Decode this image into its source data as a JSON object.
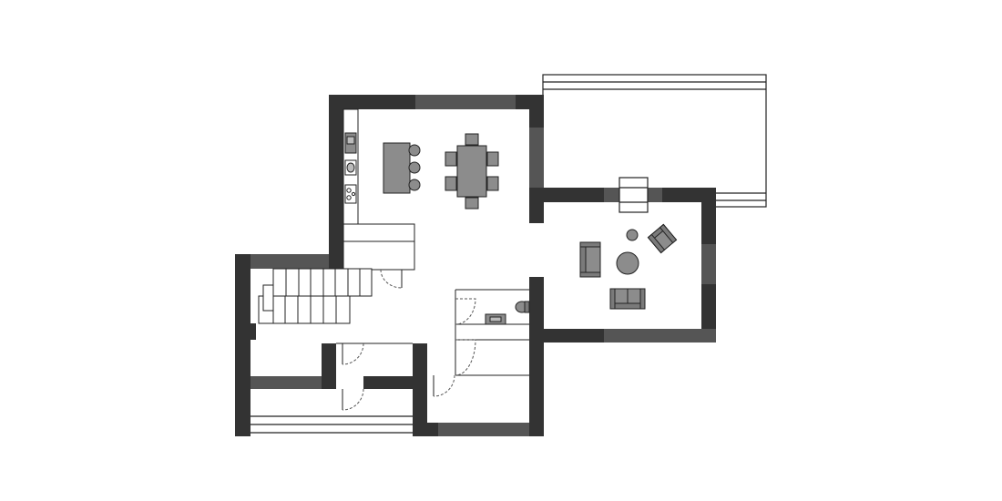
{
  "floor_plan": {
    "colors": {
      "background": "#ffffff",
      "wall": "#333333",
      "wall_light": "#555555",
      "furniture": "#8c8c8c",
      "furniture_dark": "#7a7a7a",
      "line": "#222222",
      "door_swing": "#555555"
    },
    "rooms": [
      "kitchen-dining",
      "living-room",
      "stair-hall",
      "entrance-hall",
      "wc",
      "utility-room",
      "storage-room",
      "terrace",
      "front-porch"
    ],
    "furniture": [
      "kitchen-counter",
      "sink",
      "cooktop",
      "kitchen-island",
      "bar-stool",
      "dining-table",
      "dining-chair",
      "sofa",
      "armchair",
      "coffee-table",
      "side-table",
      "toilet",
      "washbasin",
      "staircase"
    ],
    "counts": {
      "bar_stools": 3,
      "dining_chairs": 6,
      "stair_treads": 12,
      "doors": 6
    }
  }
}
